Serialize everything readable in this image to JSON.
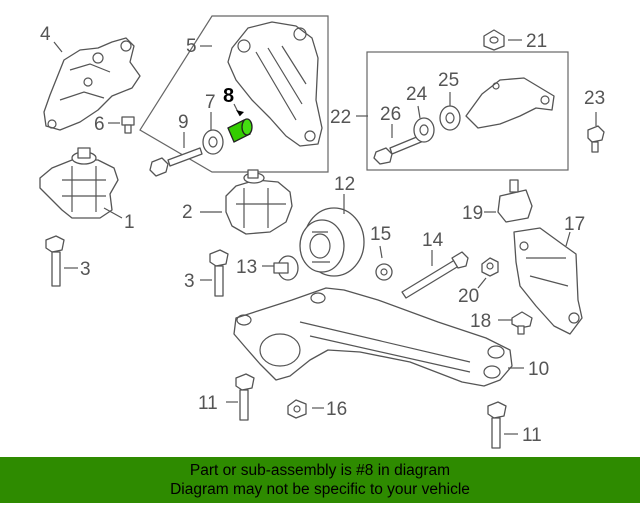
{
  "diagram": {
    "callouts": {
      "c1": "1",
      "c2": "2",
      "c3a": "3",
      "c3b": "3",
      "c4": "4",
      "c5": "5",
      "c6": "6",
      "c7": "7",
      "c8": "8",
      "c9": "9",
      "c10": "10",
      "c11a": "11",
      "c11b": "11",
      "c12": "12",
      "c13": "13",
      "c14": "14",
      "c15": "15",
      "c16": "16",
      "c17": "17",
      "c18": "18",
      "c19": "19",
      "c20": "20",
      "c21": "21",
      "c22": "22",
      "c23": "23",
      "c24": "24",
      "c25": "25",
      "c26": "26"
    },
    "highlighted_part": "8",
    "highlight_color": "#33cc00",
    "banner_color": "#2e8b00"
  },
  "banner": {
    "line1": "Part or sub-assembly is #8 in diagram",
    "line2": "Diagram may not be specific to your vehicle"
  }
}
